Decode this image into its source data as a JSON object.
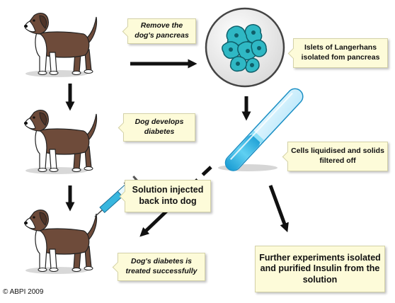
{
  "callouts": {
    "remove_pancreas": "Remove the dog's pancreas",
    "islets": "Islets of Langerhans isolated fom pancreas",
    "dog_diabetes": "Dog develops diabetes",
    "cells_liquidised": "Cells liquidised and solids filtered off",
    "solution_injected": "Solution injected back into dog",
    "treated": "Dog's diabetes is treated successfully",
    "further_experiments": "Further experiments isolated and purified Insulin from the solution"
  },
  "copyright": "© ABPI 2009",
  "icons": {
    "dog": "dog-icon",
    "cells": "cells-icon",
    "test_tube": "test-tube-icon",
    "syringe": "syringe-icon",
    "arrow": "arrow-icon"
  },
  "colors": {
    "callout_bg": "#fdfbd9",
    "cells": "#2fb8c4",
    "liquid": "#38b6de",
    "dog_brown": "#6e4b3a",
    "arrow": "#111111"
  }
}
